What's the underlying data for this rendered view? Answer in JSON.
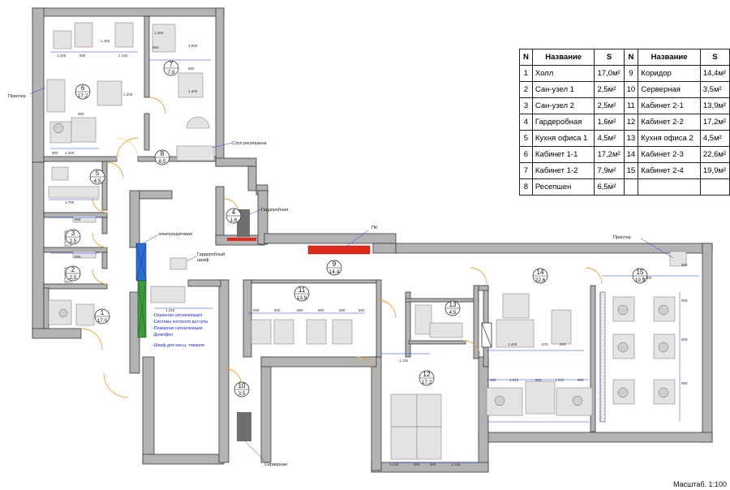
{
  "legend": {
    "headers": {
      "n": "N",
      "name": "Название",
      "s": "S"
    },
    "rows": [
      {
        "n1": "1",
        "name1": "Холл",
        "s1": "17,0м²",
        "n2": "9",
        "name2": "Коридор",
        "s2": "14,4м²"
      },
      {
        "n1": "2",
        "name1": "Сан-узел 1",
        "s1": "2,5м²",
        "n2": "10",
        "name2": "Серверная",
        "s2": "3,5м²"
      },
      {
        "n1": "3",
        "name1": "Сан-узел 2",
        "s1": "2,5м²",
        "n2": "11",
        "name2": "Кабинет 2-1",
        "s2": "13,9м²"
      },
      {
        "n1": "4",
        "name1": "Гардеробная",
        "s1": "1,6м²",
        "n2": "12",
        "name2": "Кабинет 2-2",
        "s2": "17,2м²"
      },
      {
        "n1": "5",
        "name1": "Кухня офиса 1",
        "s1": "4,5м²",
        "n2": "13",
        "name2": "Кухня офиса 2",
        "s2": "4,5м²"
      },
      {
        "n1": "6",
        "name1": "Кабинет 1-1",
        "s1": "17,2м²",
        "n2": "14",
        "name2": "Кабинет 2-3",
        "s2": "22,6м²"
      },
      {
        "n1": "7",
        "name1": "Кабинет 1-2",
        "s1": "7,9м²",
        "n2": "15",
        "name2": "Кабинет 2-4",
        "s2": "19,9м²"
      },
      {
        "n1": "8",
        "name1": "Ресепшен",
        "s1": "6,5м²",
        "n2": "",
        "name2": "",
        "s2": ""
      }
    ]
  },
  "rooms": [
    {
      "id": "room-1",
      "num": "1",
      "area": "17,0"
    },
    {
      "id": "room-2",
      "num": "2",
      "area": "2,5"
    },
    {
      "id": "room-3",
      "num": "3",
      "area": "2,5"
    },
    {
      "id": "room-4",
      "num": "4",
      "area": "1,6"
    },
    {
      "id": "room-5",
      "num": "5",
      "area": "4,5"
    },
    {
      "id": "room-6",
      "num": "6",
      "area": "17,2"
    },
    {
      "id": "room-7",
      "num": "7",
      "area": "7,9"
    },
    {
      "id": "room-8",
      "num": "8",
      "area": "6,5"
    },
    {
      "id": "room-9",
      "num": "9",
      "area": "14,4"
    },
    {
      "id": "room-10",
      "num": "10",
      "area": "3,5"
    },
    {
      "id": "room-11",
      "num": "11",
      "area": "13,9"
    },
    {
      "id": "room-12",
      "num": "12",
      "area": "17,2"
    },
    {
      "id": "room-13",
      "num": "13",
      "area": "4,5"
    },
    {
      "id": "room-14",
      "num": "14",
      "area": "22,6"
    },
    {
      "id": "room-15",
      "num": "15",
      "area": "19,9"
    }
  ],
  "callouts": {
    "printer_left": "Принтер",
    "reception_desk": "Стол ресепшена",
    "wardrobe": "Гардеробная",
    "pk": "ПК",
    "electrical_panel": "электрощитовая",
    "wardrobe_cabinet_1": "Гардеробный",
    "wardrobe_cabinet_2": "шкаф",
    "printer_right": "Принтер",
    "server_room": "Серверная"
  },
  "systems_list": [
    "-Охранная сигнализация",
    "-Система контроля доступа",
    "-Пожарная сигнализация",
    "-Домофон"
  ],
  "cabinet_note": "-Шкаф для кан.ц. товаров",
  "dimensions": {
    "d1105a": "1.105",
    "d800a": "800",
    "d1400a": "1.400",
    "d1105b": "1.105",
    "d800b": "800",
    "d1400b": "1.400",
    "d800c": "800",
    "d2000": "2.000",
    "d800d": "800",
    "d1400c": "1.400",
    "d500a": "500",
    "d1400d": "1.400",
    "d800e": "800",
    "d2000b": "2.000",
    "d500b": "500",
    "d1300": "1.300",
    "d1795": "1.795",
    "d900a": "900",
    "d969a": "969",
    "d969b": "969",
    "d800f": "800",
    "d1242": "1.242",
    "d1240": "1.240",
    "d600a": "600",
    "d600b": "600",
    "d800g": "800",
    "d600c": "600",
    "d800h": "800",
    "d600d": "600",
    "d1400e": "1.400",
    "d1400f": "1.400",
    "d600e": "600",
    "d1115": "1.115",
    "d1400g": "1.400",
    "d675": "675",
    "d600f": "600",
    "d1400h": "1.400",
    "d600g": "600",
    "d1010a": "1.010",
    "d600h": "600",
    "d1010b": "1.010",
    "d900b": "900",
    "d1400i": "1.400",
    "d1145a": "1.145",
    "d600i": "600",
    "d600j": "600",
    "d1145b": "1.145",
    "d1400j": "1.400",
    "d1400k": "1.400",
    "d900c": "900",
    "d900d": "900",
    "d1400l": "1.400",
    "d800i": "800",
    "d900e": "900",
    "d1400m": "1.400"
  },
  "scale": "Масштаб. 1:100",
  "colors": {
    "wall": "#b3b3b3",
    "wall_edge": "#3a3a3a",
    "furniture": "#d9d9d9",
    "door": "#f0a030",
    "pk": "#e02a1a",
    "electrical": "#2a6ed0",
    "electrical_green": "#3c9a3c",
    "dimension": "#1e3cff",
    "server": "#6f6f6f"
  }
}
